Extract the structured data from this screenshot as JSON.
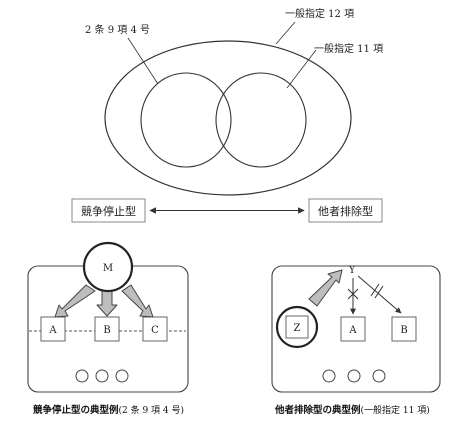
{
  "venn": {
    "label_left": "2 条 9 項 4 号",
    "label_outer": "一般指定 12 項",
    "label_right": "一般指定 11 項"
  },
  "spectrum": {
    "left_box": "競争停止型",
    "right_box": "他者排除型"
  },
  "left_example": {
    "top_node": "M",
    "nodes": [
      "A",
      "B",
      "C"
    ],
    "caption_bold": "競争停止型の典型例",
    "caption_note": "(2 条 9 項 4 号)"
  },
  "right_example": {
    "top_node": "Y",
    "circled_node": "Z",
    "nodes": [
      "A",
      "B"
    ],
    "caption_bold": "他者排除型の典型例",
    "caption_note": "(一般指定 11 項)"
  },
  "colors": {
    "line": "#333333",
    "arrow_fill": "#bdbdbd",
    "box_border": "#888888"
  }
}
